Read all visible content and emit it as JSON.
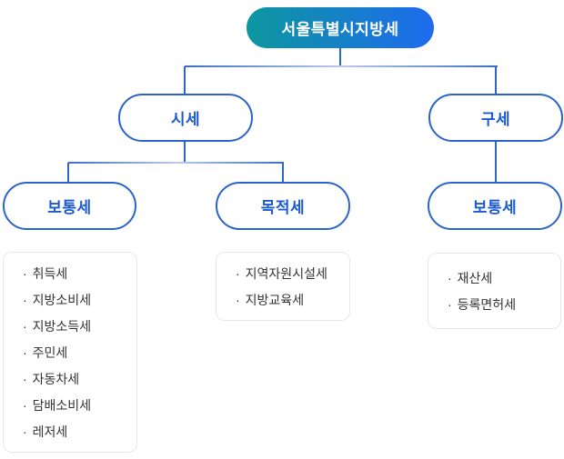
{
  "diagram": {
    "title": "서울특별시지방세",
    "bullet": "·",
    "root": {
      "label": "서울특별시지방세"
    },
    "branches": [
      {
        "label": "시세"
      },
      {
        "label": "구세"
      }
    ],
    "categories": [
      {
        "label": "보통세"
      },
      {
        "label": "목적세"
      },
      {
        "label": "보통세"
      }
    ],
    "lists": [
      {
        "items": [
          "취득세",
          "지방소비세",
          "지방소득세",
          "주민세",
          "자동차세",
          "담배소비세",
          "레저세"
        ]
      },
      {
        "items": [
          "지역자원시설세",
          "지방교육세"
        ]
      },
      {
        "items": [
          "재산세",
          "등록면허세"
        ]
      }
    ]
  },
  "colors": {
    "root_gradient_start": "#0c97a0",
    "root_gradient_end": "#1e6bee",
    "root_text": "#ffffff",
    "node_border": "#2a64cb",
    "node_text": "#1b5ad2",
    "connector": "#2e68c6",
    "connector_light": "#b9cbe9",
    "list_border": "#e7e7ea",
    "list_text": "#333333",
    "background": "#ffffff"
  }
}
